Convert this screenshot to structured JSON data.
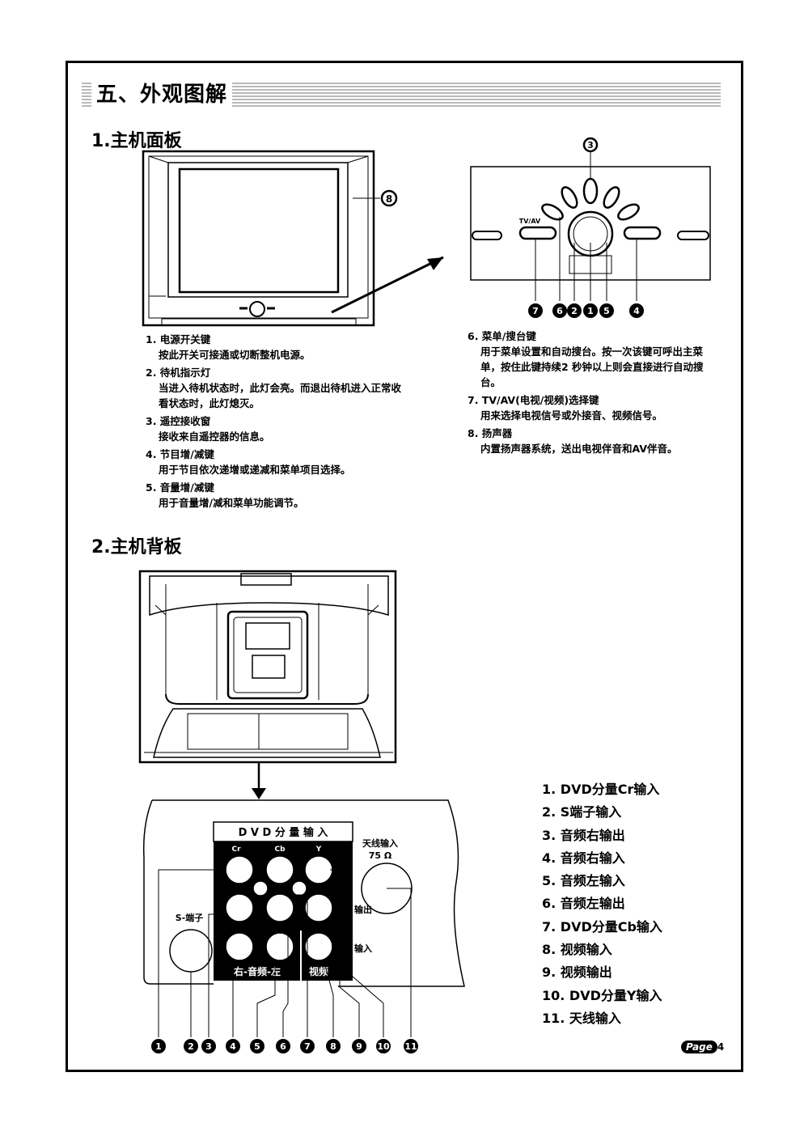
{
  "header": {
    "title": "五、外观图解"
  },
  "front": {
    "section_title": "1.主机面板",
    "callout_8": "8",
    "panel_top_callout": "3",
    "panel_bottom_callouts": [
      "7",
      "6",
      "2",
      "1",
      "5",
      "4"
    ],
    "panel_labels": {
      "tv_av": "TV/AV"
    },
    "left_items": [
      {
        "head": "1. 电源开关键",
        "body": "按此开关可接通或切断整机电源。"
      },
      {
        "head": "2. 待机指示灯",
        "body": "当进入待机状态时，此灯会亮。而退出待机进入正常收看状态时，此灯熄灭。"
      },
      {
        "head": "3. 遥控接收窗",
        "body": "接收来自遥控器的信息。"
      },
      {
        "head": "4. 节目增/减键",
        "body": "用于节目依次递增或递减和菜单项目选择。"
      },
      {
        "head": "5. 音量增/减键",
        "body": "用于音量增/减和菜单功能调节。"
      }
    ],
    "right_items": [
      {
        "head": "6. 菜单/搜台键",
        "body": "用于菜单设置和自动搜台。按一次该键可呼出主菜单，按住此键持续2 秒钟以上则会直接进行自动搜台。"
      },
      {
        "head": "7. TV/AV(电视/视频)选择键",
        "body": "用来选择电视信号或外接音、视频信号。"
      },
      {
        "head": "8. 扬声器",
        "body": "内置扬声器系统，送出电视伴音和AV伴音。"
      }
    ]
  },
  "back": {
    "section_title": "2.主机背板",
    "panel": {
      "dvd_header": "D V D 分 量 输 入",
      "jack_labels": {
        "cr": "Cr",
        "cb": "Cb",
        "y": "Y"
      },
      "antenna_label": "天线输入",
      "antenna_ohm": "75 Ω",
      "s_terminal": "S-端子",
      "out_label": "输出",
      "in_label": "输入",
      "audio_label": "右-音频-左",
      "video_label": "视频"
    },
    "callouts": [
      "1",
      "2",
      "3",
      "4",
      "5",
      "6",
      "7",
      "8",
      "9",
      "10",
      "11"
    ],
    "legend": [
      "1. DVD分量Cr输入",
      "2. S端子输入",
      "3. 音频右输出",
      "4. 音频右输入",
      "5. 音频左输入",
      "6. 音频左输出",
      "7. DVD分量Cb输入",
      "8. 视频输入",
      "9. 视频输出",
      "10. DVD分量Y输入",
      "11. 天线输入"
    ]
  },
  "footer": {
    "page_word": "Page",
    "page_number": "4"
  }
}
